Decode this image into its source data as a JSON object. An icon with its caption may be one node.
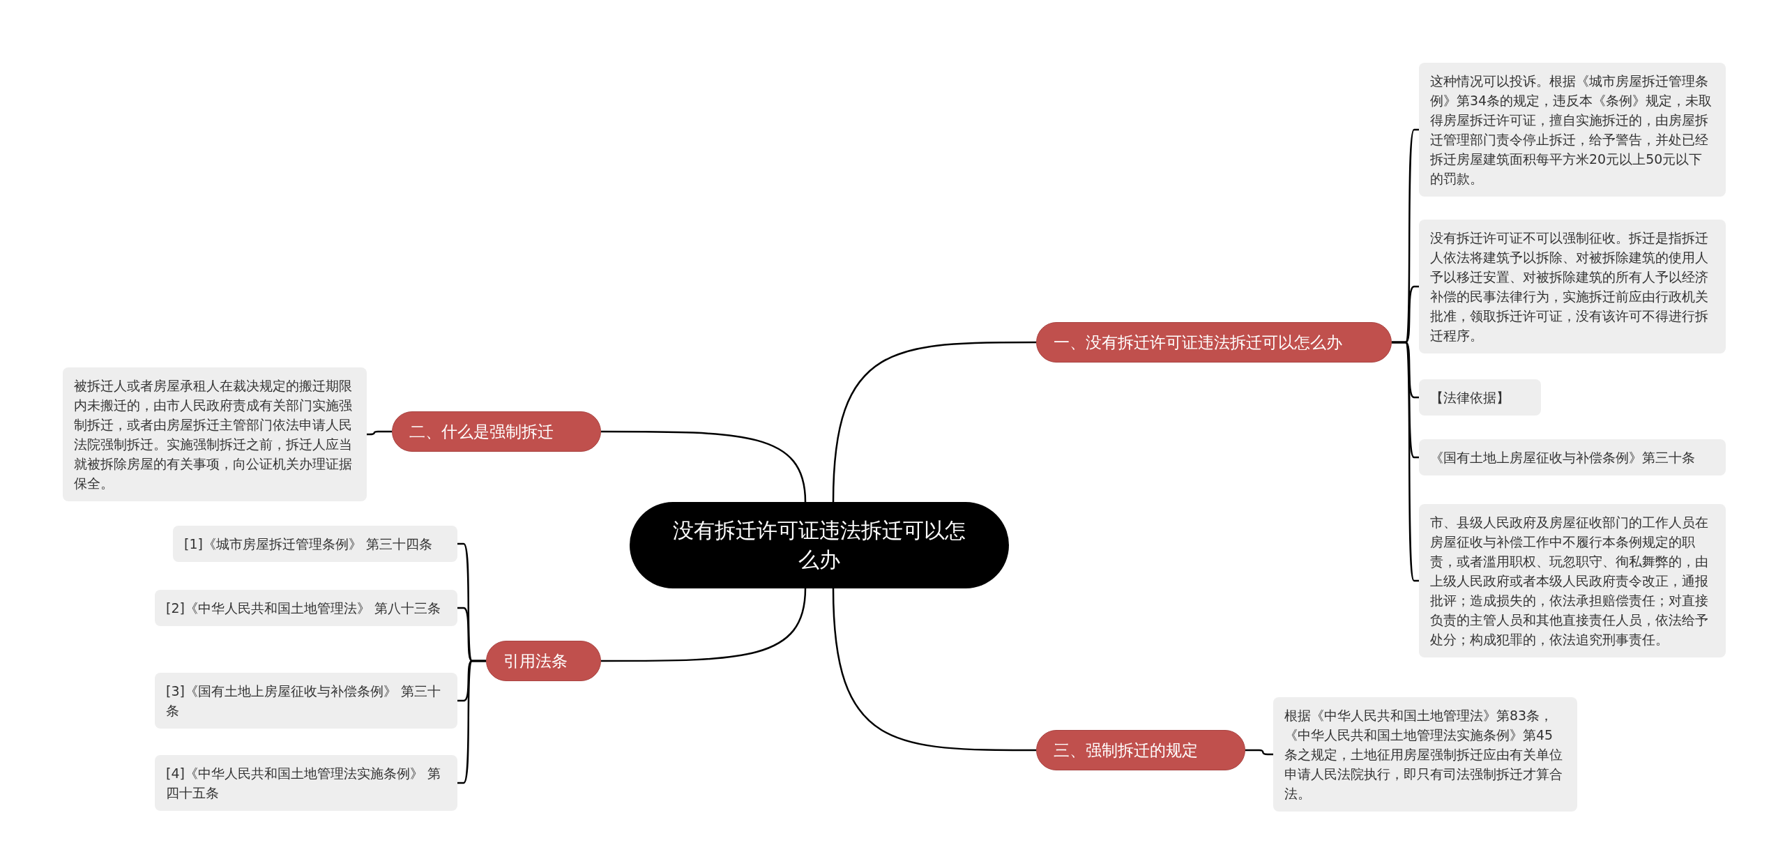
{
  "diagram": {
    "nodes": [
      {
        "text": [
          "没有拆迁许可证违法拆迁可以怎么办"
        ]
      },
      {
        "text": [
          "一、没有拆迁许可证违法拆迁可以怎么办"
        ]
      },
      {
        "text": [
          "这种情况可以投诉。根据《城市房屋拆迁管理条例》第34条的规定，违反本《条例》规定，未取得房屋拆迁许可证，擅自实施拆迁的，由房屋拆迁管理部门责令停止拆迁，给予警告，并处已经拆迁房屋建筑面积每平方米20元以上50元以下的罚款。"
        ]
      },
      {
        "text": [
          "没有拆迁许可证不可以强制征收。拆迁是指拆迁人依法将建筑予以拆除、对被拆除建筑的使用人予以移迁安置、对被拆除建筑的所有人予以经济补偿的民事法律行为，实施拆迁前应由行政机关批准，领取拆迁许可证，没有该许可不得进行拆迁程序。"
        ]
      },
      {
        "text": [
          "【法律依据】"
        ]
      },
      {
        "text": [
          "《国有土地上房屋征收与补偿条例》第三十条"
        ]
      },
      {
        "text": [
          "市、县级人民政府及房屋征收部门的工作人员在房屋征收与补偿工作中不履行本条例规定的职责，或者滥用职权、玩忽职守、徇私舞弊的，由上级人民政府或者本级人民政府责令改正，通报批评；造成损失的，依法承担赔偿责任；对直接负责的主管人员和其他直接责任人员，依法给予处分；构成犯罪的，依法追究刑事责任。"
        ]
      },
      {
        "text": [
          "二、什么是强制拆迁"
        ]
      },
      {
        "text": [
          "被拆迁人或者房屋承租人在裁决规定的搬迁期限内未搬迁的，由市人民政府责成有关部门实施强制拆迁，或者由房屋拆迁主管部门依法申请人民法院强制拆迁。实施强制拆迁之前，拆迁人应当就被拆除房屋的有关事项，向公证机关办理证据保全。"
        ]
      },
      {
        "text": [
          "引用法条"
        ]
      },
      {
        "text": [
          "[1]《城市房屋拆迁管理条例》 第三十四条"
        ]
      },
      {
        "text": [
          "[2]《中华人民共和国土地管理法》 第八十三条"
        ]
      },
      {
        "text": [
          "[3]《国有土地上房屋征收与补偿条例》 第三十条"
        ]
      },
      {
        "text": [
          "[4]《中华人民共和国土地管理法实施条例》 第四十五条"
        ]
      },
      {
        "text": [
          "三、强制拆迁的规定"
        ]
      },
      {
        "text": [
          "根据《中华人民共和国土地管理法》第83条，《中华人民共和国土地管理法实施条例》第45条之规定，土地征用房屋强制拆迁应由有关单位申请人民法院执行，即只有司法强制拆迁才算合法。"
        ]
      }
    ],
    "edges": [
      {
        "from": 0,
        "to": 1,
        "arrow": "none"
      },
      {
        "from": 1,
        "to": 2,
        "arrow": "none"
      },
      {
        "from": 1,
        "to": 3,
        "arrow": "none"
      },
      {
        "from": 1,
        "to": 4,
        "arrow": "none"
      },
      {
        "from": 1,
        "to": 5,
        "arrow": "none"
      },
      {
        "from": 1,
        "to": 6,
        "arrow": "none"
      },
      {
        "from": 0,
        "to": 7,
        "arrow": "none"
      },
      {
        "from": 7,
        "to": 8,
        "arrow": "none"
      },
      {
        "from": 0,
        "to": 9,
        "arrow": "none"
      },
      {
        "from": 9,
        "to": 10,
        "arrow": "none"
      },
      {
        "from": 9,
        "to": 11,
        "arrow": "none"
      },
      {
        "from": 9,
        "to": 12,
        "arrow": "none"
      },
      {
        "from": 9,
        "to": 13,
        "arrow": "none"
      },
      {
        "from": 0,
        "to": 14,
        "arrow": "none"
      },
      {
        "from": 14,
        "to": 15,
        "arrow": "none"
      }
    ]
  }
}
